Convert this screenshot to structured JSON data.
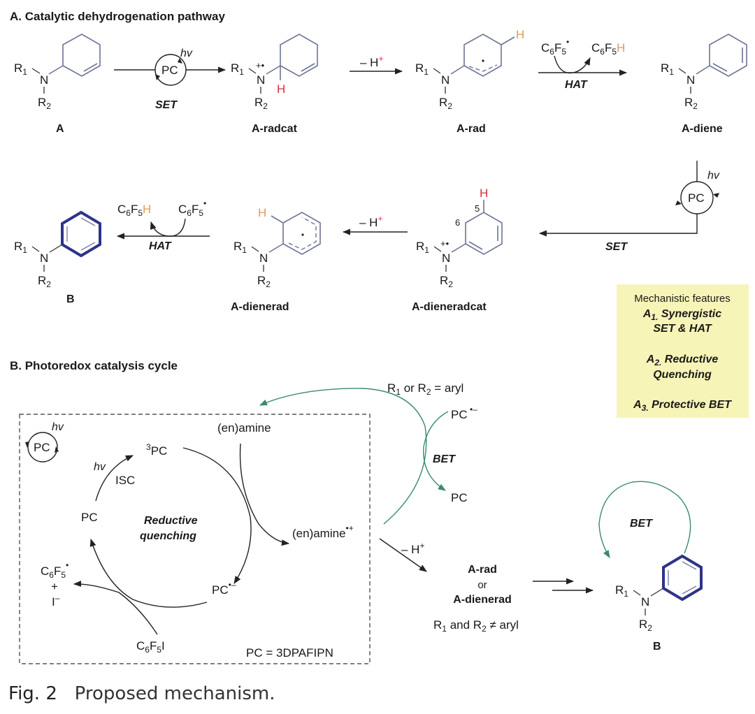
{
  "colors": {
    "bond": "#6d7394",
    "highlight_red": "#d9303a",
    "highlight_orange": "#e39a54",
    "product_ring": "#2e3388",
    "green_arrow": "#3a8a72",
    "feature_box": "#f7f4b8"
  },
  "sectionA": {
    "title": "A. Catalytic dehydrogenation pathway",
    "compounds": {
      "A": "A",
      "A_radcat": "A-radcat",
      "A_rad": "A-rad",
      "A_diene": "A-diene",
      "A_dieneradcat": "A-dieneradcat",
      "A_dienerad": "A-dienerad",
      "B": "B"
    },
    "atoms": {
      "R": "R",
      "one": "1",
      "two": "2",
      "N": "N",
      "H": "H",
      "radcat": "+•",
      "locant5": "5",
      "locant6": "6"
    },
    "steps": {
      "set": "SET",
      "hat": "HAT",
      "minus_h": "– H",
      "plus": "+",
      "hv": "hv",
      "pc": "PC",
      "c6f5": "C",
      "c6f5_6": "6",
      "c6f5_F": "F",
      "c6f5_5": "5",
      "rad_dot": "•"
    }
  },
  "features": {
    "heading": "Mechanistic features",
    "items": [
      {
        "prefix": "A",
        "sub": "1.",
        "lines": [
          "Synergistic",
          "SET & HAT"
        ]
      },
      {
        "prefix": "A",
        "sub": "2.",
        "lines": [
          "Reductive",
          "Quenching"
        ]
      },
      {
        "prefix": "A",
        "sub": "3.",
        "lines": [
          "Protective BET"
        ]
      }
    ]
  },
  "sectionB": {
    "title": "B. Photoredox catalysis cycle",
    "cycle_center": [
      "Reductive",
      "quenching"
    ],
    "triplet_pc": "PC",
    "triplet_sup": "3",
    "pc": "PC",
    "pc_anion": "PC",
    "pc_anion_sup": "•–",
    "hv": "hv",
    "isc": "ISC",
    "enamine": "(en)amine",
    "enamine_cation": "(en)amine",
    "enamine_cation_sup": "•+",
    "c6f5i": "I",
    "c6f5_radical_plus": "+",
    "iodide": "I",
    "iodide_sup": "–",
    "pc_definition": "PC  = 3DPAFIPN",
    "aryl_condition": " or R",
    "aryl_condition_end": " = aryl",
    "nonaryl_condition": " and R",
    "nonaryl_condition_end": " ≠ aryl",
    "bet": "BET",
    "pc_anion_out": "PC",
    "pc_regen": "PC",
    "minus_h": "– H",
    "intermediates": [
      "A-rad",
      "or",
      "A-dienerad"
    ],
    "product": "B"
  },
  "caption": {
    "figure_number": "Fig. 2",
    "text": "Proposed mechanism."
  }
}
